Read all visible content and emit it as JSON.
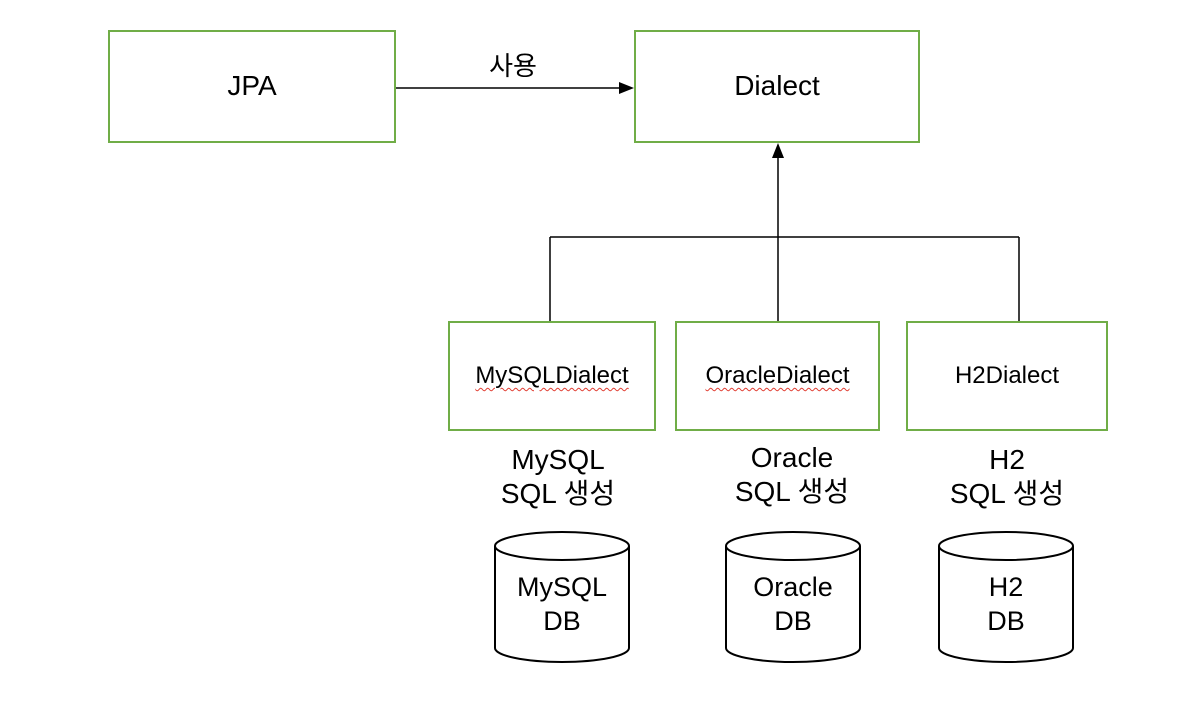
{
  "diagram": {
    "background": "#ffffff",
    "colors": {
      "box_border": "#70AD47",
      "connector": "#000000",
      "text": "#000000",
      "spellcheck_underline": "#e03c31"
    },
    "nodes": {
      "jpa": {
        "label": "JPA"
      },
      "dialect": {
        "label": "Dialect"
      },
      "mysql_dialect": {
        "label": "MySQLDialect"
      },
      "oracle_dialect": {
        "label": "OracleDialect"
      },
      "h2_dialect": {
        "label": "H2Dialect"
      }
    },
    "edge_labels": {
      "jpa_to_dialect": "사용"
    },
    "captions": {
      "mysql": {
        "line1": "MySQL",
        "line2": "SQL 생성"
      },
      "oracle": {
        "line1": "Oracle",
        "line2": "SQL 생성"
      },
      "h2": {
        "line1": "H2",
        "line2": "SQL 생성"
      }
    },
    "databases": {
      "mysql": {
        "line1": "MySQL",
        "line2": "DB"
      },
      "oracle": {
        "line1": "Oracle",
        "line2": "DB"
      },
      "h2": {
        "line1": "H2",
        "line2": "DB"
      }
    }
  }
}
